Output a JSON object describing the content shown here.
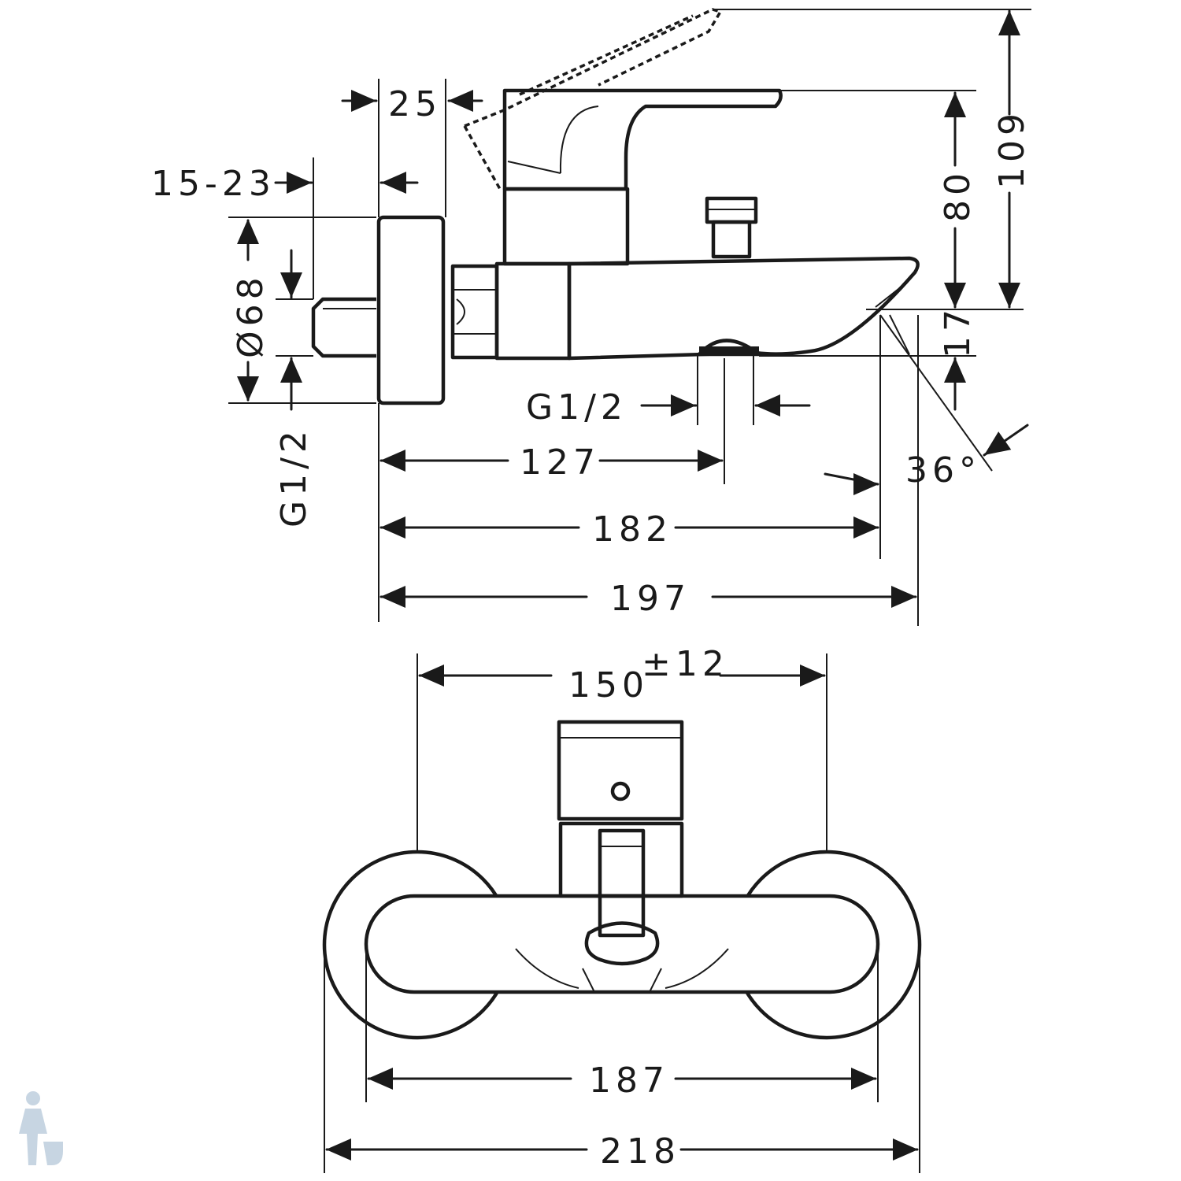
{
  "dimensions": {
    "d25": "25",
    "d15_23": "15-23",
    "dia68": "Ø68",
    "g12_left": "G1/2",
    "g12_spout": "G1/2",
    "d127": "127",
    "d182": "182",
    "d197": "197",
    "d80": "80",
    "d109": "109",
    "d17": "17",
    "angle36": "36°",
    "d150": "150",
    "tol150": "±12",
    "d187": "187",
    "d218": "218"
  },
  "colors": {
    "line": "#1a1a1a",
    "background": "#ffffff",
    "logo": "#9ab4cc"
  },
  "icons": {
    "watermark": "plumber-logo-icon"
  }
}
